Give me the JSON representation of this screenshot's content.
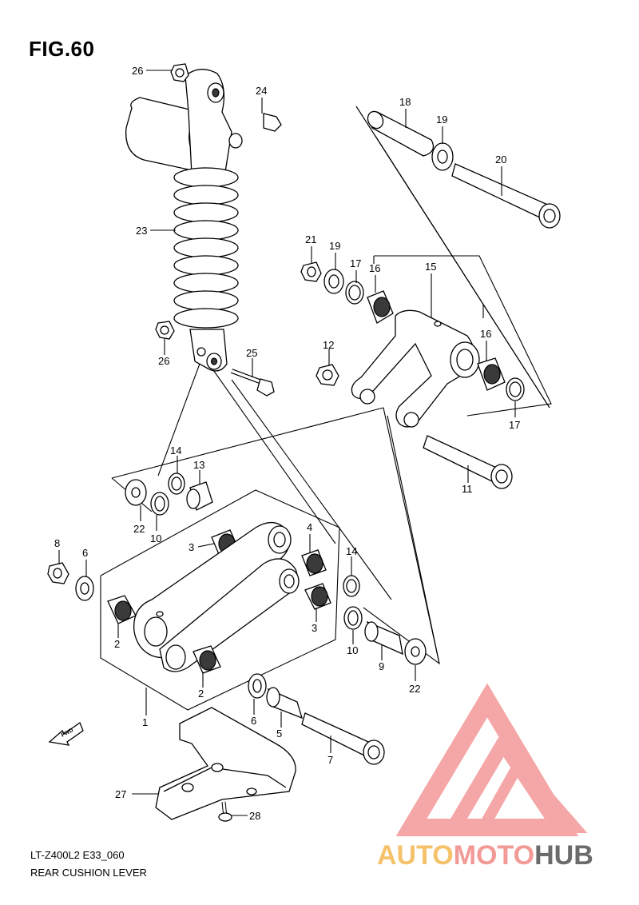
{
  "figure": {
    "title": "FIG.60",
    "model_code": "LT-Z400L2 E33_060",
    "section_name": "REAR CUSHION LEVER"
  },
  "callouts": [
    "26",
    "24",
    "18",
    "19",
    "20",
    "23",
    "21",
    "19",
    "17",
    "16",
    "15",
    "16",
    "12",
    "26",
    "25",
    "17",
    "11",
    "14",
    "13",
    "22",
    "10",
    "3",
    "4",
    "8",
    "6",
    "14",
    "2",
    "3",
    "10",
    "9",
    "22",
    "2",
    "1",
    "6",
    "5",
    "7",
    "27",
    "28"
  ],
  "fwd_arrow": {
    "text": "FWD",
    "icon": "arrow-left-icon"
  },
  "watermark": {
    "text_part1": "AUTO",
    "text_part2": "MOTO",
    "text_part3": "HUB",
    "color1": "#f5c26b",
    "color2": "#f29a96",
    "color3": "#6b6b6b",
    "logo_color": "#f28a8a"
  }
}
